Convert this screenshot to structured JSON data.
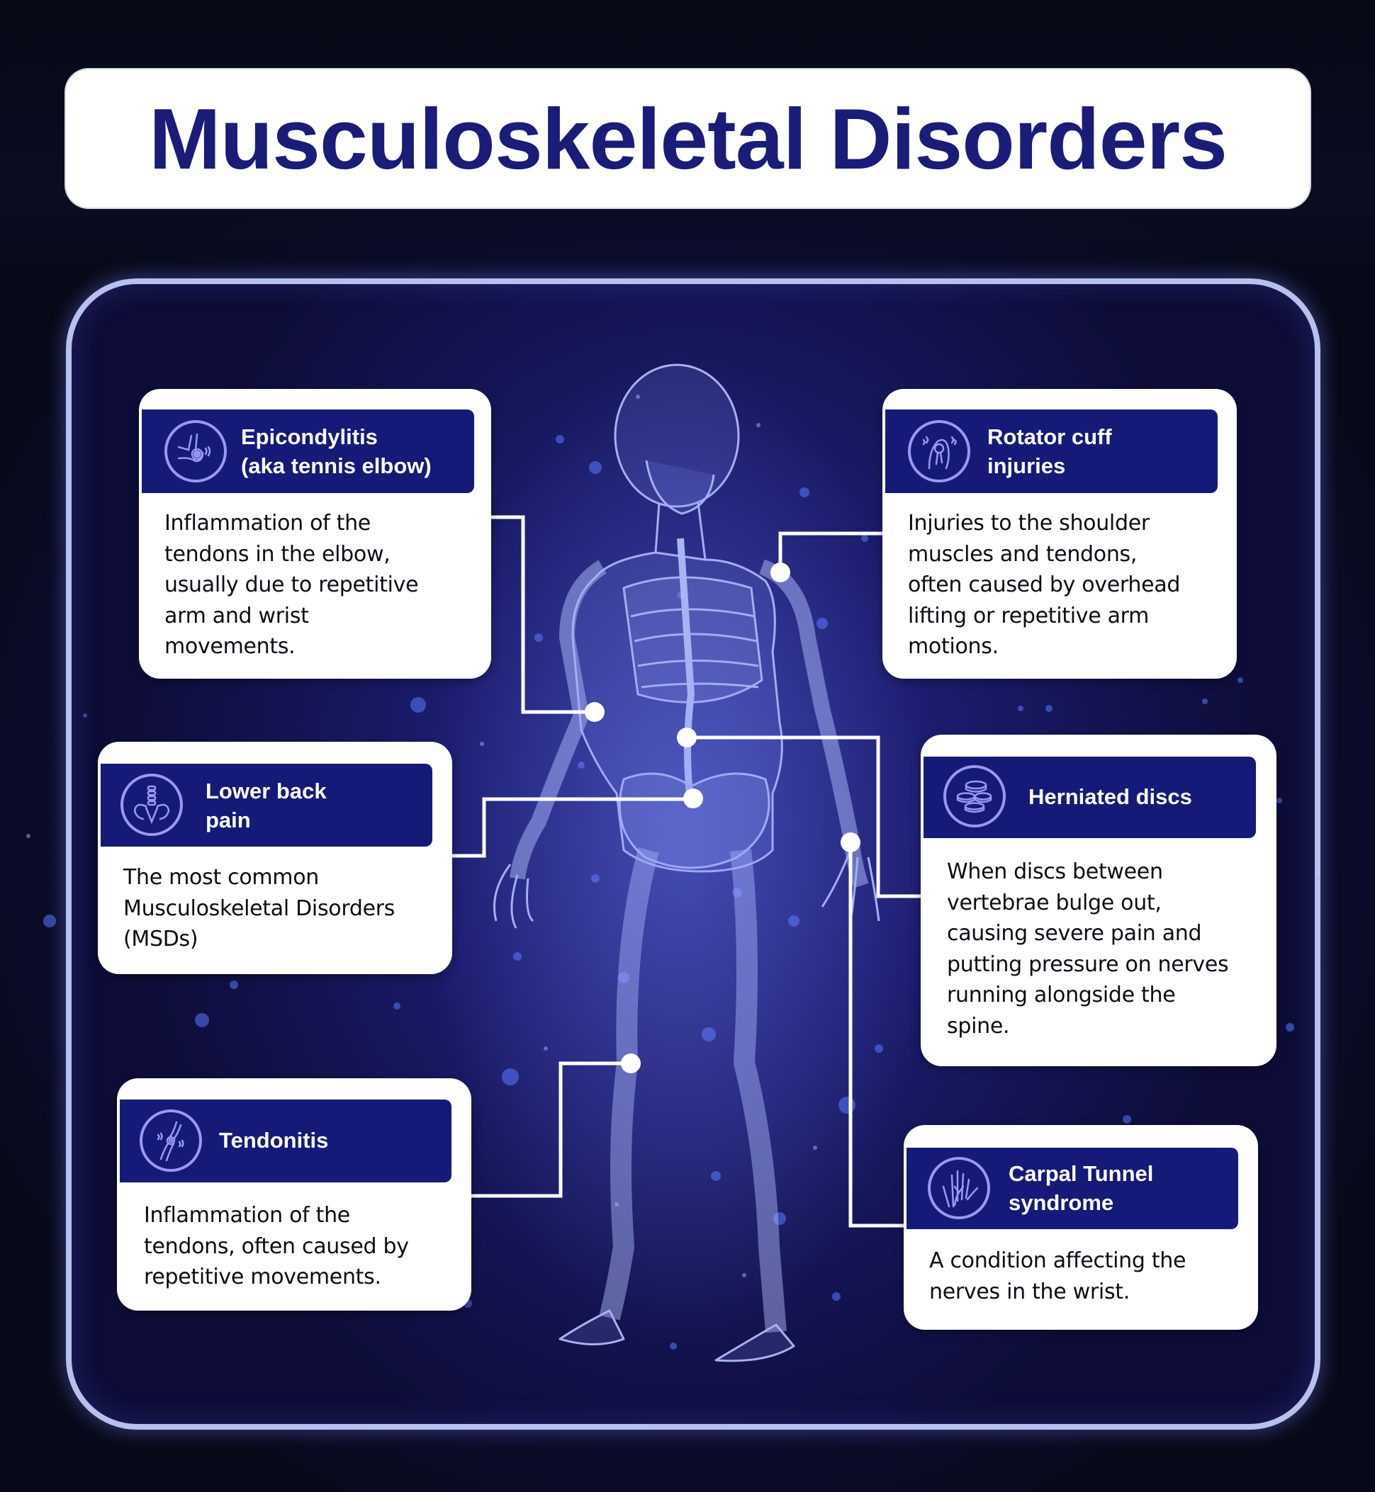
{
  "title": "Musculoskeletal Disorders",
  "colors": {
    "title_text": "#1a1c78",
    "header_bg": "#151a78",
    "icon_stroke": "#9a98f0",
    "frame_border": "#b8c0ee",
    "connector": "#ffffff",
    "background": "#17145a"
  },
  "cards": [
    {
      "id": "epicondylitis",
      "icon": "elbow-pain-icon",
      "title": "Epicondylitis\n(aka tennis elbow)",
      "description": "Inflammation of the\ntendons in the elbow,\nusually due to repetitive\narm and wrist\nmovements.",
      "anchor": "elbow"
    },
    {
      "id": "rotator-cuff",
      "icon": "shoulder-pain-icon",
      "title": "Rotator cuff\ninjuries",
      "description": "Injuries to the shoulder\nmuscles and tendons,\noften caused by overhead\nlifting or repetitive arm\nmotions.",
      "anchor": "shoulder"
    },
    {
      "id": "lower-back",
      "icon": "pelvis-spine-icon",
      "title": "Lower back\npain",
      "description": "The most common\nMusculoskeletal Disorders\n(MSDs)",
      "anchor": "pelvis"
    },
    {
      "id": "herniated-discs",
      "icon": "discs-stack-icon",
      "title": "Herniated discs",
      "description": "When discs between\nvertebrae bulge out,\ncausing severe pain and\nputting pressure on nerves\nrunning alongside the\nspine.",
      "anchor": "lumbar-spine"
    },
    {
      "id": "tendonitis",
      "icon": "knee-joint-icon",
      "title": "Tendonitis",
      "description": "Inflammation of the\ntendons, often caused by\nrepetitive movements.",
      "anchor": "knee"
    },
    {
      "id": "carpal-tunnel",
      "icon": "hand-nerves-icon",
      "title": "Carpal Tunnel\nsyndrome",
      "description": "A condition affecting the\nnerves in the wrist.",
      "anchor": "wrist"
    }
  ]
}
